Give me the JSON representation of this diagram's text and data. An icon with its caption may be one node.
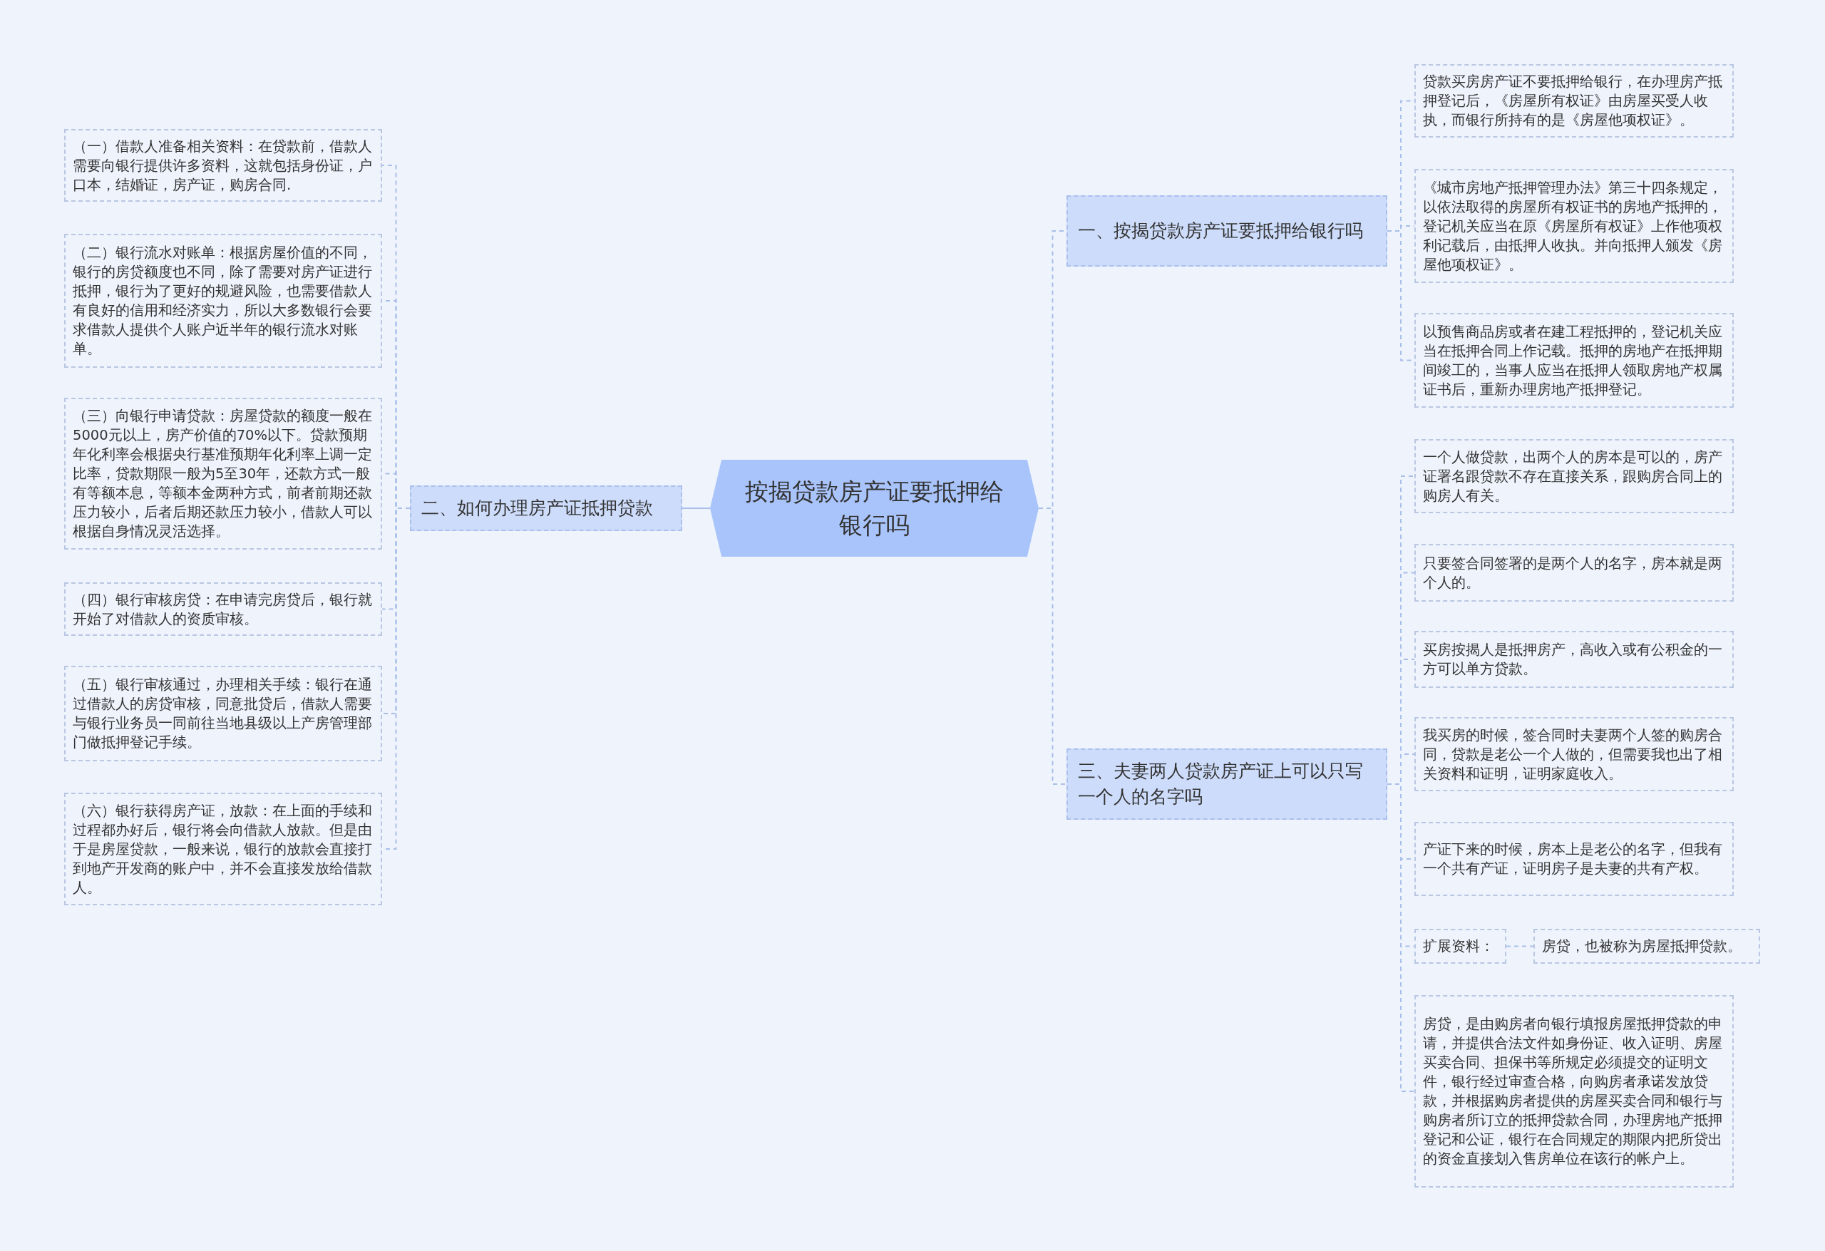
{
  "diagram": {
    "nodes": [
      {
        "text": [
          "按揭贷款房产证要抵押给银行吗"
        ]
      },
      {
        "text": [
          "一、按揭贷款房产证要抵押给银行吗"
        ]
      },
      {
        "text": [
          "贷款买房房产证不要抵押给银行，在办理房产抵押登记后，《房屋所有权证》由房屋买受人收执，而银行所持有的是《房屋他项权证》。"
        ]
      },
      {
        "text": [
          "《城市房地产抵押管理办法》第三十四条规定，以依法取得的房屋所有权证书的房地产抵押的，登记机关应当在原《房屋所有权证》上作他项权利记载后，由抵押人收执。并向抵押人颁发《房屋他项权证》。"
        ]
      },
      {
        "text": [
          "以预售商品房或者在建工程抵押的，登记机关应当在抵押合同上作记载。抵押的房地产在抵押期间竣工的，当事人应当在抵押人领取房地产权属证书后，重新办理房地产抵押登记。"
        ]
      },
      {
        "text": [
          "二、如何办理房产证抵押贷款"
        ]
      },
      {
        "text": [
          "（一）借款人准备相关资料：在贷款前，借款人需要向银行提供许多资料，这就包括身份证，户口本，结婚证，房产证，购房合同."
        ]
      },
      {
        "text": [
          "（二）银行流水对账单：根据房屋价值的不同，银行的房贷额度也不同，除了需要对房产证进行抵押，银行为了更好的规避风险，也需要借款人有良好的信用和经济实力，所以大多数银行会要求借款人提供个人账户近半年的银行流水对账单。"
        ]
      },
      {
        "text": [
          "（三）向银行申请贷款：房屋贷款的额度一般在5000元以上，房产价值的70%以下。贷款预期年化利率会根据央行基准预期年化利率上调一定比率，贷款期限一般为5至30年，还款方式一般有等额本息，等额本金两种方式，前者前期还款压力较小，后者后期还款压力较小，借款人可以根据自身情况灵活选择。"
        ]
      },
      {
        "text": [
          "（四）银行审核房贷：在申请完房贷后，银行就开始了对借款人的资质审核。"
        ]
      },
      {
        "text": [
          "（五）银行审核通过，办理相关手续：银行在通过借款人的房贷审核，同意批贷后，借款人需要与银行业务员一同前往当地县级以上产房管理部门做抵押登记手续。"
        ]
      },
      {
        "text": [
          "（六）银行获得房产证，放款：在上面的手续和过程都办好后，银行将会向借款人放款。但是由于是房屋贷款，一般来说，银行的放款会直接打到地产开发商的账户中，并不会直接发放给借款人。"
        ]
      },
      {
        "text": [
          "三、夫妻两人贷款房产证上可以只写一个人的名字吗"
        ]
      },
      {
        "text": [
          "一个人做贷款，出两个人的房本是可以的，房产证署名跟贷款不存在直接关系，跟购房合同上的购房人有关。"
        ]
      },
      {
        "text": [
          "只要签合同签署的是两个人的名字，房本就是两个人的。"
        ]
      },
      {
        "text": [
          "买房按揭人是抵押房产，高收入或有公积金的一方可以单方贷款。"
        ]
      },
      {
        "text": [
          "我买房的时候，签合同时夫妻两个人签的购房合同，贷款是老公一个人做的，但需要我也出了相关资料和证明，证明家庭收入。"
        ]
      },
      {
        "text": [
          "产证下来的时候，房本上是老公的名字，但我有一个共有产证，证明房子是夫妻的共有产权。"
        ]
      },
      {
        "text": [
          "扩展资料："
        ]
      },
      {
        "text": [
          "房贷，也被称为房屋抵押贷款。"
        ]
      },
      {
        "text": [
          "房贷，是由购房者向银行填报房屋抵押贷款的申请，并提供合法文件如身份证、收入证明、房屋买卖合同、担保书等所规定必须提交的证明文件，银行经过审查合格，向购房者承诺发放贷款，并根据购房者提供的房屋买卖合同和银行与购房者所订立的抵押贷款合同，办理房地产抵押登记和公证，银行在合同规定的期限内把所贷出的资金直接划入售房单位在该行的帐户上。"
        ]
      }
    ],
    "edges": [
      {
        "from": 0,
        "to": 1,
        "arrow": "none",
        "style": "dashed"
      },
      {
        "from": 1,
        "to": 2,
        "arrow": "none",
        "style": "dashed"
      },
      {
        "from": 1,
        "to": 3,
        "arrow": "none",
        "style": "dashed"
      },
      {
        "from": 1,
        "to": 4,
        "arrow": "none",
        "style": "dashed"
      },
      {
        "from": 0,
        "to": 5,
        "arrow": "none"
      },
      {
        "from": 5,
        "to": 6,
        "arrow": "none",
        "style": "dashed"
      },
      {
        "from": 5,
        "to": 7,
        "arrow": "none",
        "style": "dashed"
      },
      {
        "from": 5,
        "to": 8,
        "arrow": "none",
        "style": "dashed"
      },
      {
        "from": 5,
        "to": 9,
        "arrow": "none",
        "style": "dashed"
      },
      {
        "from": 5,
        "to": 10,
        "arrow": "none",
        "style": "dashed"
      },
      {
        "from": 5,
        "to": 11,
        "arrow": "none",
        "style": "dashed"
      },
      {
        "from": 0,
        "to": 12,
        "arrow": "none",
        "style": "dashed"
      },
      {
        "from": 12,
        "to": 13,
        "arrow": "none",
        "style": "dashed"
      },
      {
        "from": 12,
        "to": 14,
        "arrow": "none",
        "style": "dashed"
      },
      {
        "from": 12,
        "to": 15,
        "arrow": "none",
        "style": "dashed"
      },
      {
        "from": 12,
        "to": 16,
        "arrow": "none",
        "style": "dashed"
      },
      {
        "from": 12,
        "to": 17,
        "arrow": "none",
        "style": "dashed"
      },
      {
        "from": 12,
        "to": 18,
        "arrow": "none",
        "style": "dashed"
      },
      {
        "from": 18,
        "to": 19,
        "arrow": "none",
        "style": "dashed"
      },
      {
        "from": 12,
        "to": 20,
        "arrow": "none",
        "style": "dashed"
      }
    ]
  }
}
